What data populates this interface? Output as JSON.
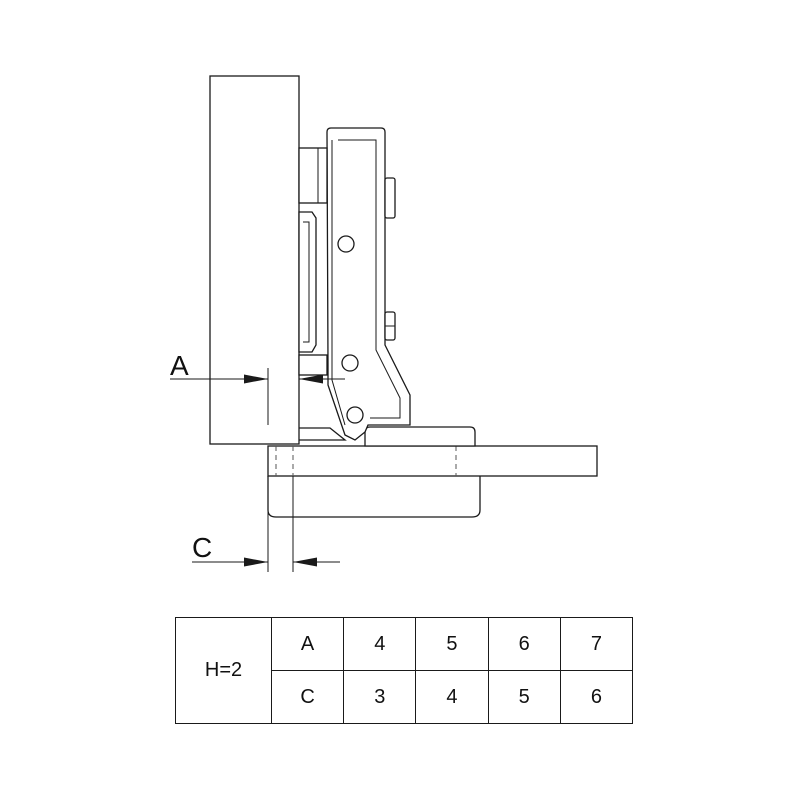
{
  "diagram": {
    "dimension_labels": {
      "a": "A",
      "c": "C"
    }
  },
  "table": {
    "header": "H=2",
    "rows": [
      {
        "label": "A",
        "values": [
          "4",
          "5",
          "6",
          "7"
        ]
      },
      {
        "label": "C",
        "values": [
          "3",
          "4",
          "5",
          "6"
        ]
      }
    ]
  }
}
